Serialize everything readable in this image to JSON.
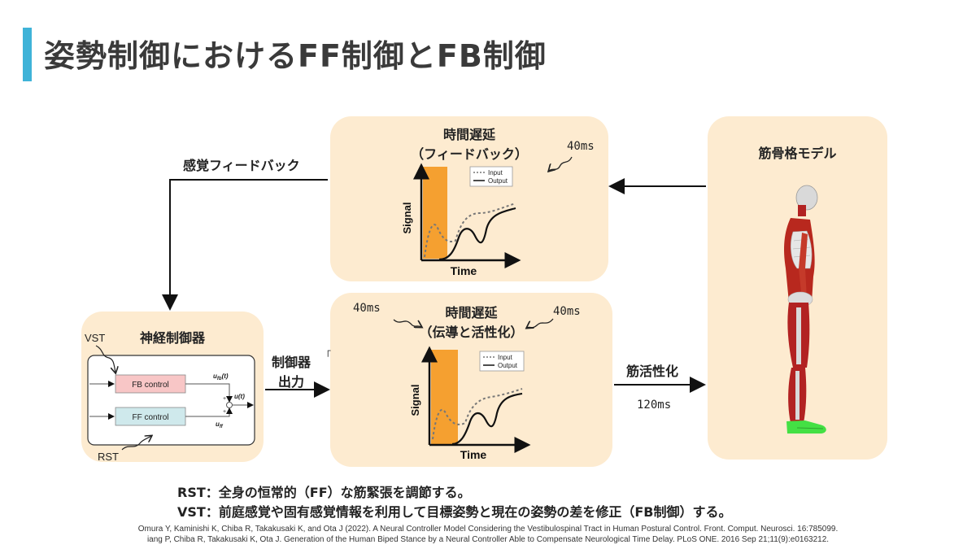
{
  "title": "姿勢制御におけるFF制御とFB制御",
  "feedback_panel": {
    "title_line1": "時間遅延",
    "title_line2": "（フィードバック）",
    "delay_note": "40ms",
    "legend_input": "Input",
    "legend_output": "Output",
    "ylabel": "Signal",
    "xlabel": "Time"
  },
  "transmission_panel": {
    "title_line1": "時間遅延",
    "title_line2": "（伝導と活性化）",
    "delay_note_left": "40ms",
    "delay_note_right": "40ms",
    "legend_input": "Input",
    "legend_output": "Output",
    "ylabel": "Signal",
    "xlabel": "Time"
  },
  "musculoskeletal_panel": {
    "title": "筋骨格モデル"
  },
  "neural_panel": {
    "title": "神経制御器",
    "vst_label": "VST",
    "rst_label": "RST",
    "fb_block": "FB control",
    "ff_block": "FF control",
    "u_fb": "u",
    "u_fb_sub": "fb",
    "u_fb_arg": "(t)",
    "u_out": "u",
    "u_out_arg": "(t)",
    "u_ff": "u",
    "u_ff_sub": "ff"
  },
  "arrows": {
    "sensory_feedback": "感覚フィードバック",
    "controller_output_line1": "制御器",
    "controller_output_line2": "出力",
    "muscle_activation": "筋活性化",
    "activation_delay": "120ms"
  },
  "notes": [
    "RST：全身の恒常的（FF）な筋緊張を調節する。",
    "VST：前庭感覚や固有感覚情報を利用して目標姿勢と現在の姿勢の差を修正（FB制御）する。"
  ],
  "references": [
    "Omura Y, Kaminishi K, Chiba R, Takakusaki K, and Ota J (2022). A Neural Controller Model Considering the Vestibulospinal Tract in Human Postural Control. Front. Comput. Neurosci. 16:785099.",
    "iang P, Chiba R, Takakusaki K, Ota J. Generation of the Human Biped Stance by a Neural Controller Able to Compensate Neurological Time Delay. PLoS ONE. 2016 Sep 21;11(9):e0163212."
  ],
  "colors": {
    "accent": "#3fb3d8",
    "panel": "#fdebd0",
    "pulse": "#f5a030",
    "fb_block": "#f8c6c6",
    "ff_block": "#cfe9ec"
  }
}
